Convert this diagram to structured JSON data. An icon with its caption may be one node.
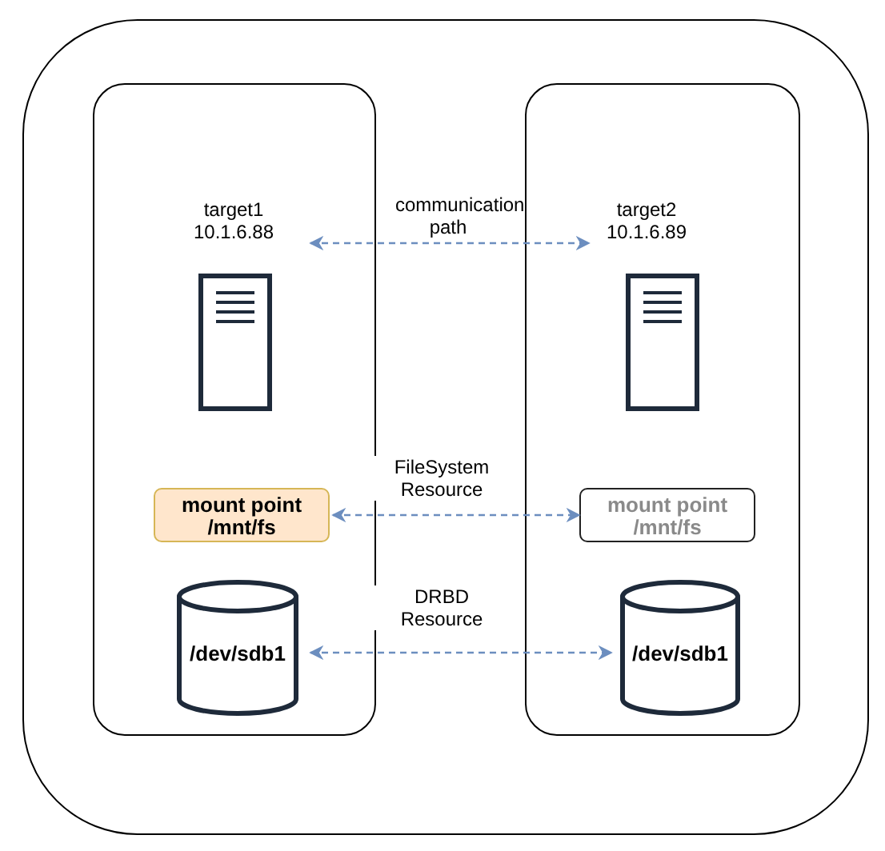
{
  "diagram": {
    "nodes": [
      {
        "text": [],
        "shape": "box"
      },
      {
        "text": [],
        "shape": "box",
        "in": 0
      },
      {
        "text": [],
        "shape": "box",
        "in": 0
      },
      {
        "text": [
          "target1 10.1.6.88"
        ],
        "in": 1
      },
      {
        "text": [
          "target2 10.1.6.89"
        ],
        "in": 2
      },
      {
        "text": [
          "mount point /mnt/fs"
        ],
        "in": 1
      },
      {
        "text": [
          "mount point /mnt/fs"
        ],
        "in": 2
      },
      {
        "text": [
          "/dev/sdb1"
        ],
        "in": 1
      },
      {
        "text": [
          "/dev/sdb1"
        ],
        "in": 2
      }
    ],
    "edges": [
      {
        "from": 3,
        "to": 4,
        "arrow": "both",
        "label": "communication path",
        "style": "dashed"
      },
      {
        "from": 5,
        "to": 6,
        "arrow": "both",
        "label": "FileSystem Resource",
        "style": "dashed"
      },
      {
        "from": 7,
        "to": 8,
        "arrow": "both",
        "label": "DRBD Resource",
        "style": "dashed"
      }
    ]
  }
}
